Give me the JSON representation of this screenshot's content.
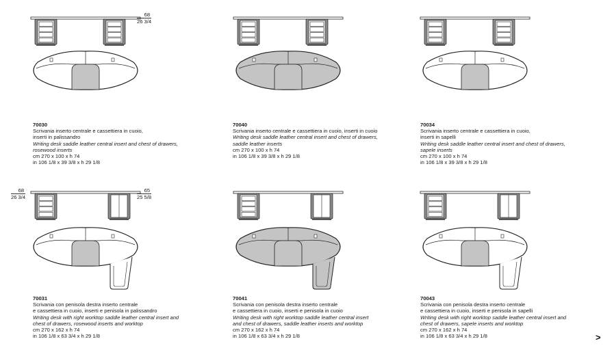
{
  "products": [
    {
      "code": "70030",
      "variant": "desk",
      "top_color": "#ffffff",
      "lines": [
        "Scrivania inserto centrale e cassettiera in cuoio,",
        "inserti in palissandro"
      ],
      "italic": [
        "Writing desk saddle leather central insert and chest of drawers,",
        "rosewood inserts"
      ],
      "cm": "cm 270 x 100 x h 74",
      "inches": "in 106 1/8 x 39 3/8 x h 29 1/8",
      "dims": [
        {
          "top": "68",
          "bottom": "26 3/4"
        }
      ]
    },
    {
      "code": "70040",
      "variant": "desk",
      "top_color": "#c4c4c4",
      "lines": [
        "Scrivania inserto centrale e cassettiera in cuoio, inserti in cuoio"
      ],
      "italic": [
        "Writing desk saddle leather central insert and chest of drawers,",
        "saddle leather inserts"
      ],
      "cm": "cm 270 x 100 x h 74",
      "inches": "in 106 1/8 x 39 3/8 x h 29 1/8",
      "dims": []
    },
    {
      "code": "70034",
      "variant": "desk",
      "top_color": "#ffffff",
      "lines": [
        "Scrivania inserto centrale e cassettiera in cuoio,",
        "inserti in sapelli"
      ],
      "italic": [
        "Writing desk saddle leather central insert and chest of drawers,",
        "sapele inserts"
      ],
      "cm": "cm 270 x 100 x h 74",
      "inches": "in 106 1/8 x 39 3/8 x h 29 1/8",
      "dims": []
    },
    {
      "code": "70031",
      "variant": "peninsula",
      "top_color": "#ffffff",
      "lines": [
        "Scrivania con penisola destra inserto centrale",
        "e cassettiera in cuoio, inserti e penisola in palissandro"
      ],
      "italic": [
        "Writing desk with right worktop saddle leather central insert and",
        "chest of drawers, rosewood inserts and worktop"
      ],
      "cm": "cm 270 x 162 x h 74",
      "inches": "in 106 1/8 x 63 3/4 x h 29 1/8",
      "dims": [
        {
          "top": "68",
          "bottom": "26 3/4"
        },
        {
          "top": "65",
          "bottom": "25 5/8"
        }
      ]
    },
    {
      "code": "70041",
      "variant": "peninsula",
      "top_color": "#c4c4c4",
      "lines": [
        "Scrivania con penisola destra inserto centrale",
        "e cassettiera in cuoio, inserti e penisola in cuoio"
      ],
      "italic": [
        "Writing desk with right worktop saddle leather central insert",
        "and chest of drawers, saddle leather inserts and worktop"
      ],
      "cm": "cm 270 x 162 x h 74",
      "inches": "in 106 1/8 x 63 3/4 x h 29 1/8",
      "dims": []
    },
    {
      "code": "70043",
      "variant": "peninsula",
      "top_color": "#ffffff",
      "lines": [
        "Scrivania con penisola destra inserto centrale",
        "e cassettiera in cuoio, inserti e penisola in sapelli"
      ],
      "italic": [
        "Writing desk with right worktop saddle leather central insert and",
        "chest of drawers, sapele inserts and worktop"
      ],
      "cm": "cm 270 x 162 x h 74",
      "inches": "in 106 1/8 x 63 3/4 x h 29 1/8",
      "dims": []
    }
  ],
  "nav": {
    "next": ">",
    "next_icon": "chevron-right-icon"
  },
  "colors": {
    "leather": "#c4c4c4",
    "frame": "#8a8a8a",
    "line": "#222222"
  }
}
